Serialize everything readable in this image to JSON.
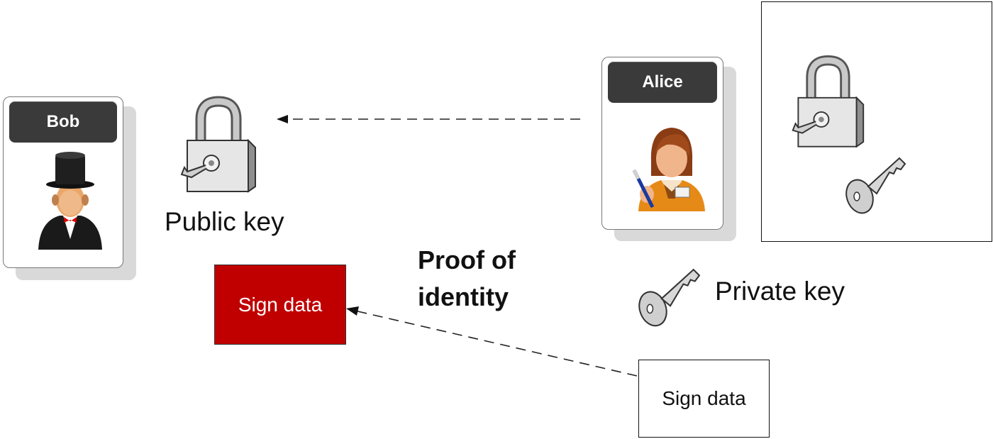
{
  "bob": {
    "name": "Bob"
  },
  "alice": {
    "name": "Alice"
  },
  "labels": {
    "public_key": "Public key",
    "private_key": "Private key",
    "proof_line1": "Proof of",
    "proof_line2": "identity"
  },
  "sign_boxes": {
    "red_label": "Sign data",
    "white_label": "Sign data"
  },
  "icons": [
    "businessman-top-hat-icon",
    "padlock-key-icon",
    "woman-with-pen-icon",
    "key-icon"
  ],
  "colors": {
    "sign_red": "#c00000",
    "name_plate": "#3a3a3a"
  }
}
